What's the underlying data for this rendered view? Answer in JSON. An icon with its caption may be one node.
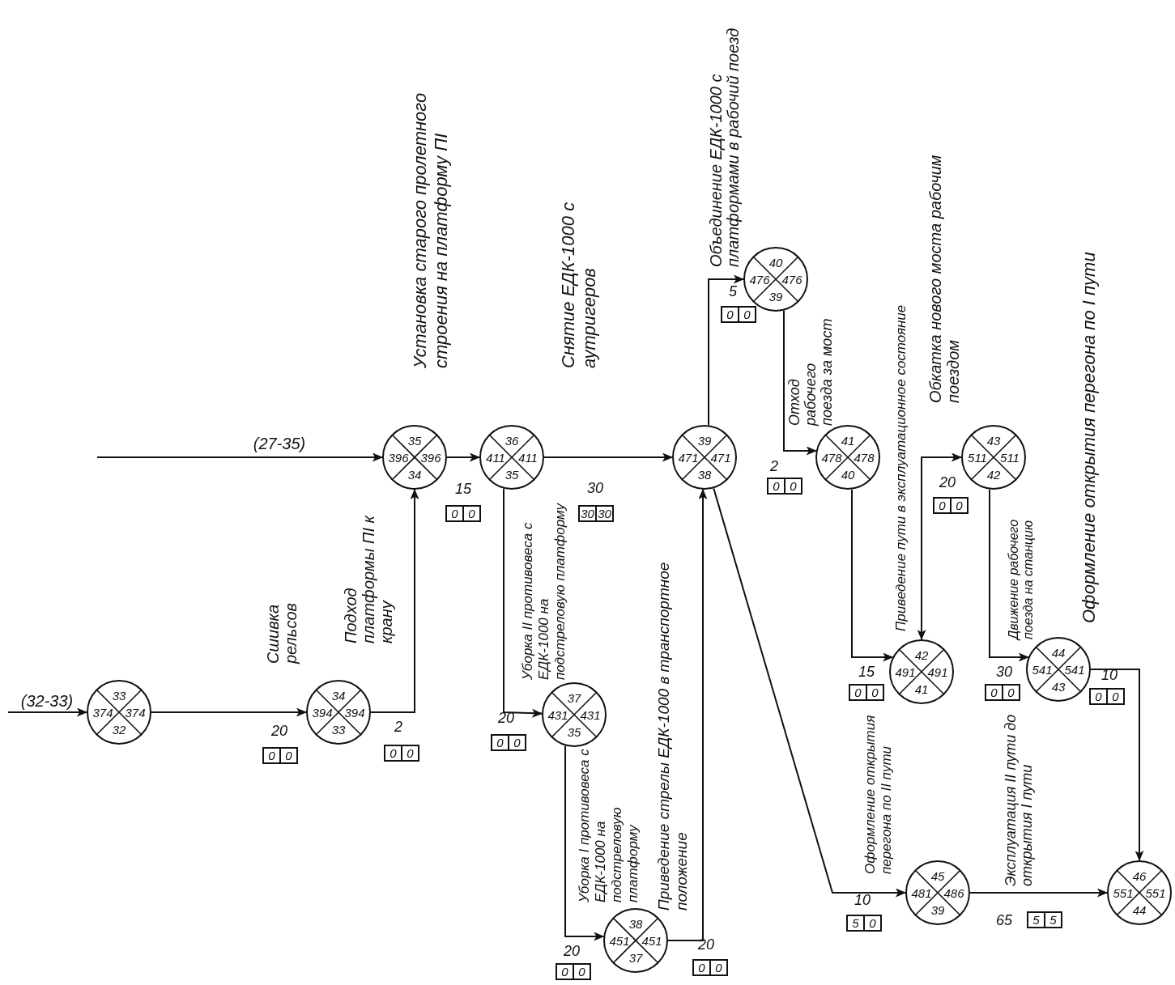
{
  "diagram": {
    "nodes": [
      {
        "text": [
          "33",
          "374",
          "374",
          "32"
        ]
      },
      {
        "text": [
          "34",
          "394",
          "394",
          "33"
        ]
      },
      {
        "text": [
          "35",
          "396",
          "396",
          "34"
        ]
      },
      {
        "text": [
          "36",
          "411",
          "411",
          "35"
        ]
      },
      {
        "text": [
          "37",
          "431",
          "431",
          "35"
        ]
      },
      {
        "text": [
          "38",
          "451",
          "451",
          "37"
        ]
      },
      {
        "text": [
          "39",
          "471",
          "471",
          "38"
        ]
      },
      {
        "text": [
          "40",
          "476",
          "476",
          "39"
        ]
      },
      {
        "text": [
          "41",
          "478",
          "478",
          "40"
        ]
      },
      {
        "text": [
          "42",
          "491",
          "491",
          "41"
        ]
      },
      {
        "text": [
          "43",
          "511",
          "511",
          "42"
        ]
      },
      {
        "text": [
          "44",
          "541",
          "541",
          "43"
        ]
      },
      {
        "text": [
          "45",
          "481",
          "486",
          "39"
        ]
      },
      {
        "text": [
          "46",
          "551",
          "551",
          "44"
        ]
      }
    ],
    "edges": [
      {
        "from": null,
        "to": 0,
        "arrow": "to",
        "label": "(32-33)"
      },
      {
        "from": null,
        "to": 2,
        "arrow": "to",
        "label": "(27-35)"
      },
      {
        "from": 0,
        "to": 1,
        "arrow": "to",
        "label": "Сшивка рельсов"
      },
      {
        "from": 1,
        "to": 2,
        "arrow": "to",
        "label": "Подход платформы ПI к крану"
      },
      {
        "from": 2,
        "to": 3,
        "arrow": "to",
        "label": "Установка старого пролетного строения на платформу ПI"
      },
      {
        "from": 3,
        "to": 6,
        "arrow": "to",
        "label": "Снятие ЕДК-1000 с аутригеров"
      },
      {
        "from": 3,
        "to": 4,
        "arrow": "to",
        "label": "Уборка II противовеса с ЕДК-1000 на подстреловую платформу"
      },
      {
        "from": 4,
        "to": 5,
        "arrow": "to",
        "label": "Уборка I противовеса с ЕДК-1000 на подстреловую платформу"
      },
      {
        "from": 5,
        "to": 6,
        "arrow": "to",
        "label": "Приведение стрелы ЕДК-1000 в транспортное положение"
      },
      {
        "from": 6,
        "to": 7,
        "arrow": "to",
        "label": "Объединение ЕДК-1000 с платформами в рабочий поезд"
      },
      {
        "from": 7,
        "to": 8,
        "arrow": "to",
        "label": "Отход рабочего поезда за мост"
      },
      {
        "from": 8,
        "to": 9,
        "arrow": "to",
        "label": "Приведение пути в эксплуатационное состояние"
      },
      {
        "from": 9,
        "to": 10,
        "arrow": "both",
        "label": "Обкатка нового моста рабочим поездом"
      },
      {
        "from": 10,
        "to": 11,
        "arrow": "to",
        "label": "Движение рабочего поезда на станцию"
      },
      {
        "from": 11,
        "to": 13,
        "arrow": "to",
        "label": "Оформление открытия перегона по I пути"
      },
      {
        "from": 6,
        "to": 12,
        "arrow": "to",
        "label": "Оформление открытия перегона по II пути"
      },
      {
        "from": 12,
        "to": 13,
        "arrow": "to",
        "label": "Эксплуатация II пути до открытия I пути"
      }
    ],
    "labels": [
      "20",
      "0",
      "0",
      "2",
      "0",
      "0",
      "15",
      "0",
      "0",
      "30",
      "30",
      "30",
      "20",
      "0",
      "0",
      "20",
      "0",
      "0",
      "20",
      "0",
      "0",
      "5",
      "0",
      "0",
      "2",
      "0",
      "0",
      "15",
      "0",
      "0",
      "20",
      "0",
      "0",
      "30",
      "0",
      "0",
      "10",
      "0",
      "0",
      "10",
      "5",
      "0",
      "65",
      "5",
      "5"
    ]
  }
}
